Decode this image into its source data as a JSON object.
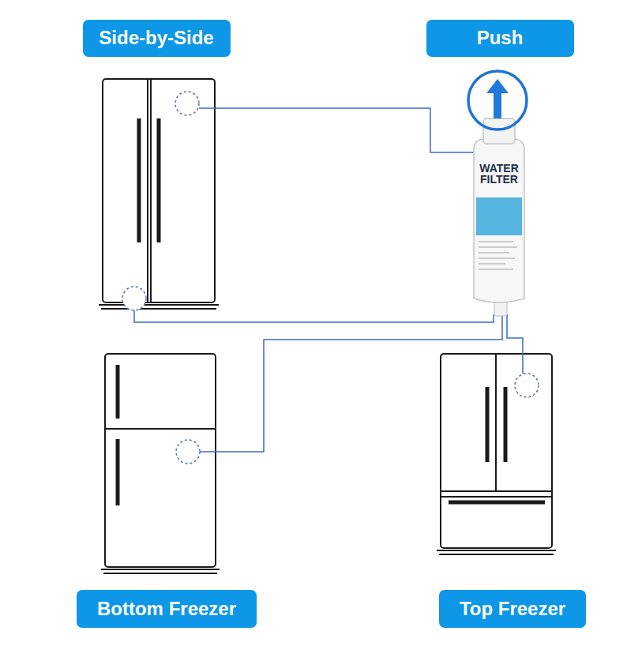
{
  "diagram": {
    "nodes": [
      {
        "text": [
          "Side-by-Side"
        ]
      },
      {
        "text": [
          "Push"
        ]
      },
      {
        "text": [
          "Bottom Freezer"
        ]
      },
      {
        "text": [
          "Top Freezer"
        ]
      }
    ],
    "edges": [],
    "labels": [
      "WATER FILTER"
    ]
  }
}
